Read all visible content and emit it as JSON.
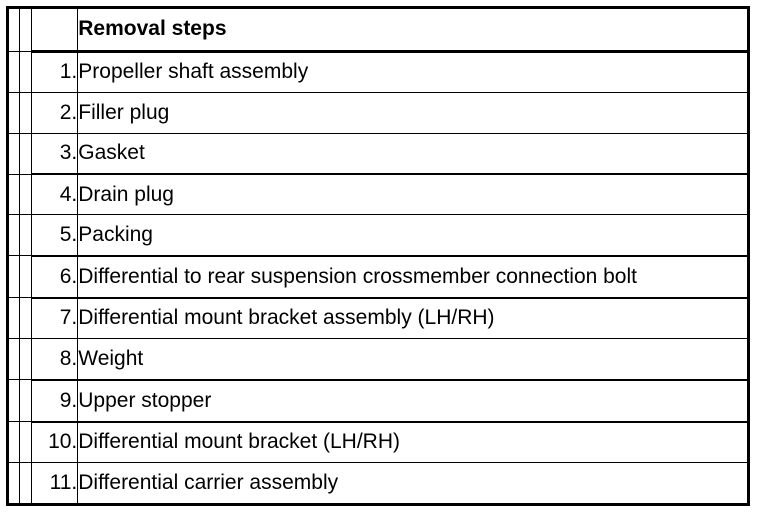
{
  "document": {
    "type": "parts-removal-steps-table",
    "background_color": "#ffffff",
    "line_color": "#000000",
    "text_color": "#000000"
  },
  "table": {
    "header": {
      "spacer_a": "",
      "spacer_b": "",
      "number_header": "",
      "label_header": "Removal steps"
    },
    "columns": [
      {
        "key": "spacer_a",
        "label": ""
      },
      {
        "key": "spacer_b",
        "label": ""
      },
      {
        "key": "number",
        "label": ""
      },
      {
        "key": "step",
        "label": "Removal steps"
      }
    ],
    "rows": [
      {
        "number": "1.",
        "step": "Propeller shaft assembly"
      },
      {
        "number": "2.",
        "step": "Filler plug"
      },
      {
        "number": "3.",
        "step": "Gasket"
      },
      {
        "number": "4.",
        "step": "Drain plug"
      },
      {
        "number": "5.",
        "step": "Packing"
      },
      {
        "number": "6.",
        "step": "Differential to rear suspension crossmember connection bolt"
      },
      {
        "number": "7.",
        "step": "Differential mount bracket assembly (LH/RH)"
      },
      {
        "number": "8.",
        "step": "Weight"
      },
      {
        "number": "9.",
        "step": "Upper stopper"
      },
      {
        "number": "10.",
        "step": "Differential mount bracket (LH/RH)"
      },
      {
        "number": "11.",
        "step": "Differential carrier assembly"
      }
    ]
  }
}
